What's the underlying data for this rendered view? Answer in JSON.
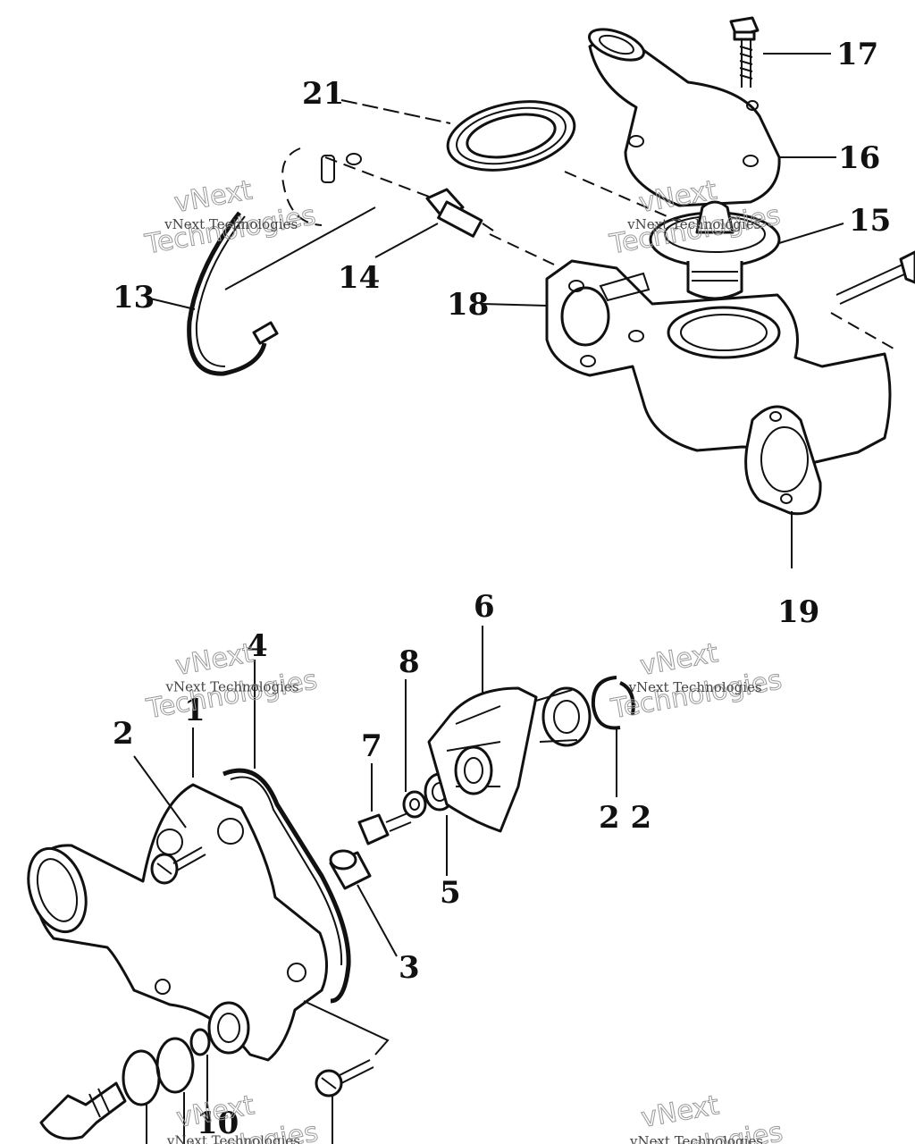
{
  "callouts": {
    "c1": "1",
    "c2": "2",
    "c3": "3",
    "c4": "4",
    "c5": "5",
    "c6": "6",
    "c7": "7",
    "c8": "8",
    "c10": "10",
    "c13": "13",
    "c14": "14",
    "c15": "15",
    "c16": "16",
    "c17": "17",
    "c18": "18",
    "c19": "19",
    "c21": "21",
    "c22": "2 2"
  },
  "watermark": {
    "line1": "vNext",
    "line2": "Technologies",
    "small": "vNext Technologies"
  }
}
